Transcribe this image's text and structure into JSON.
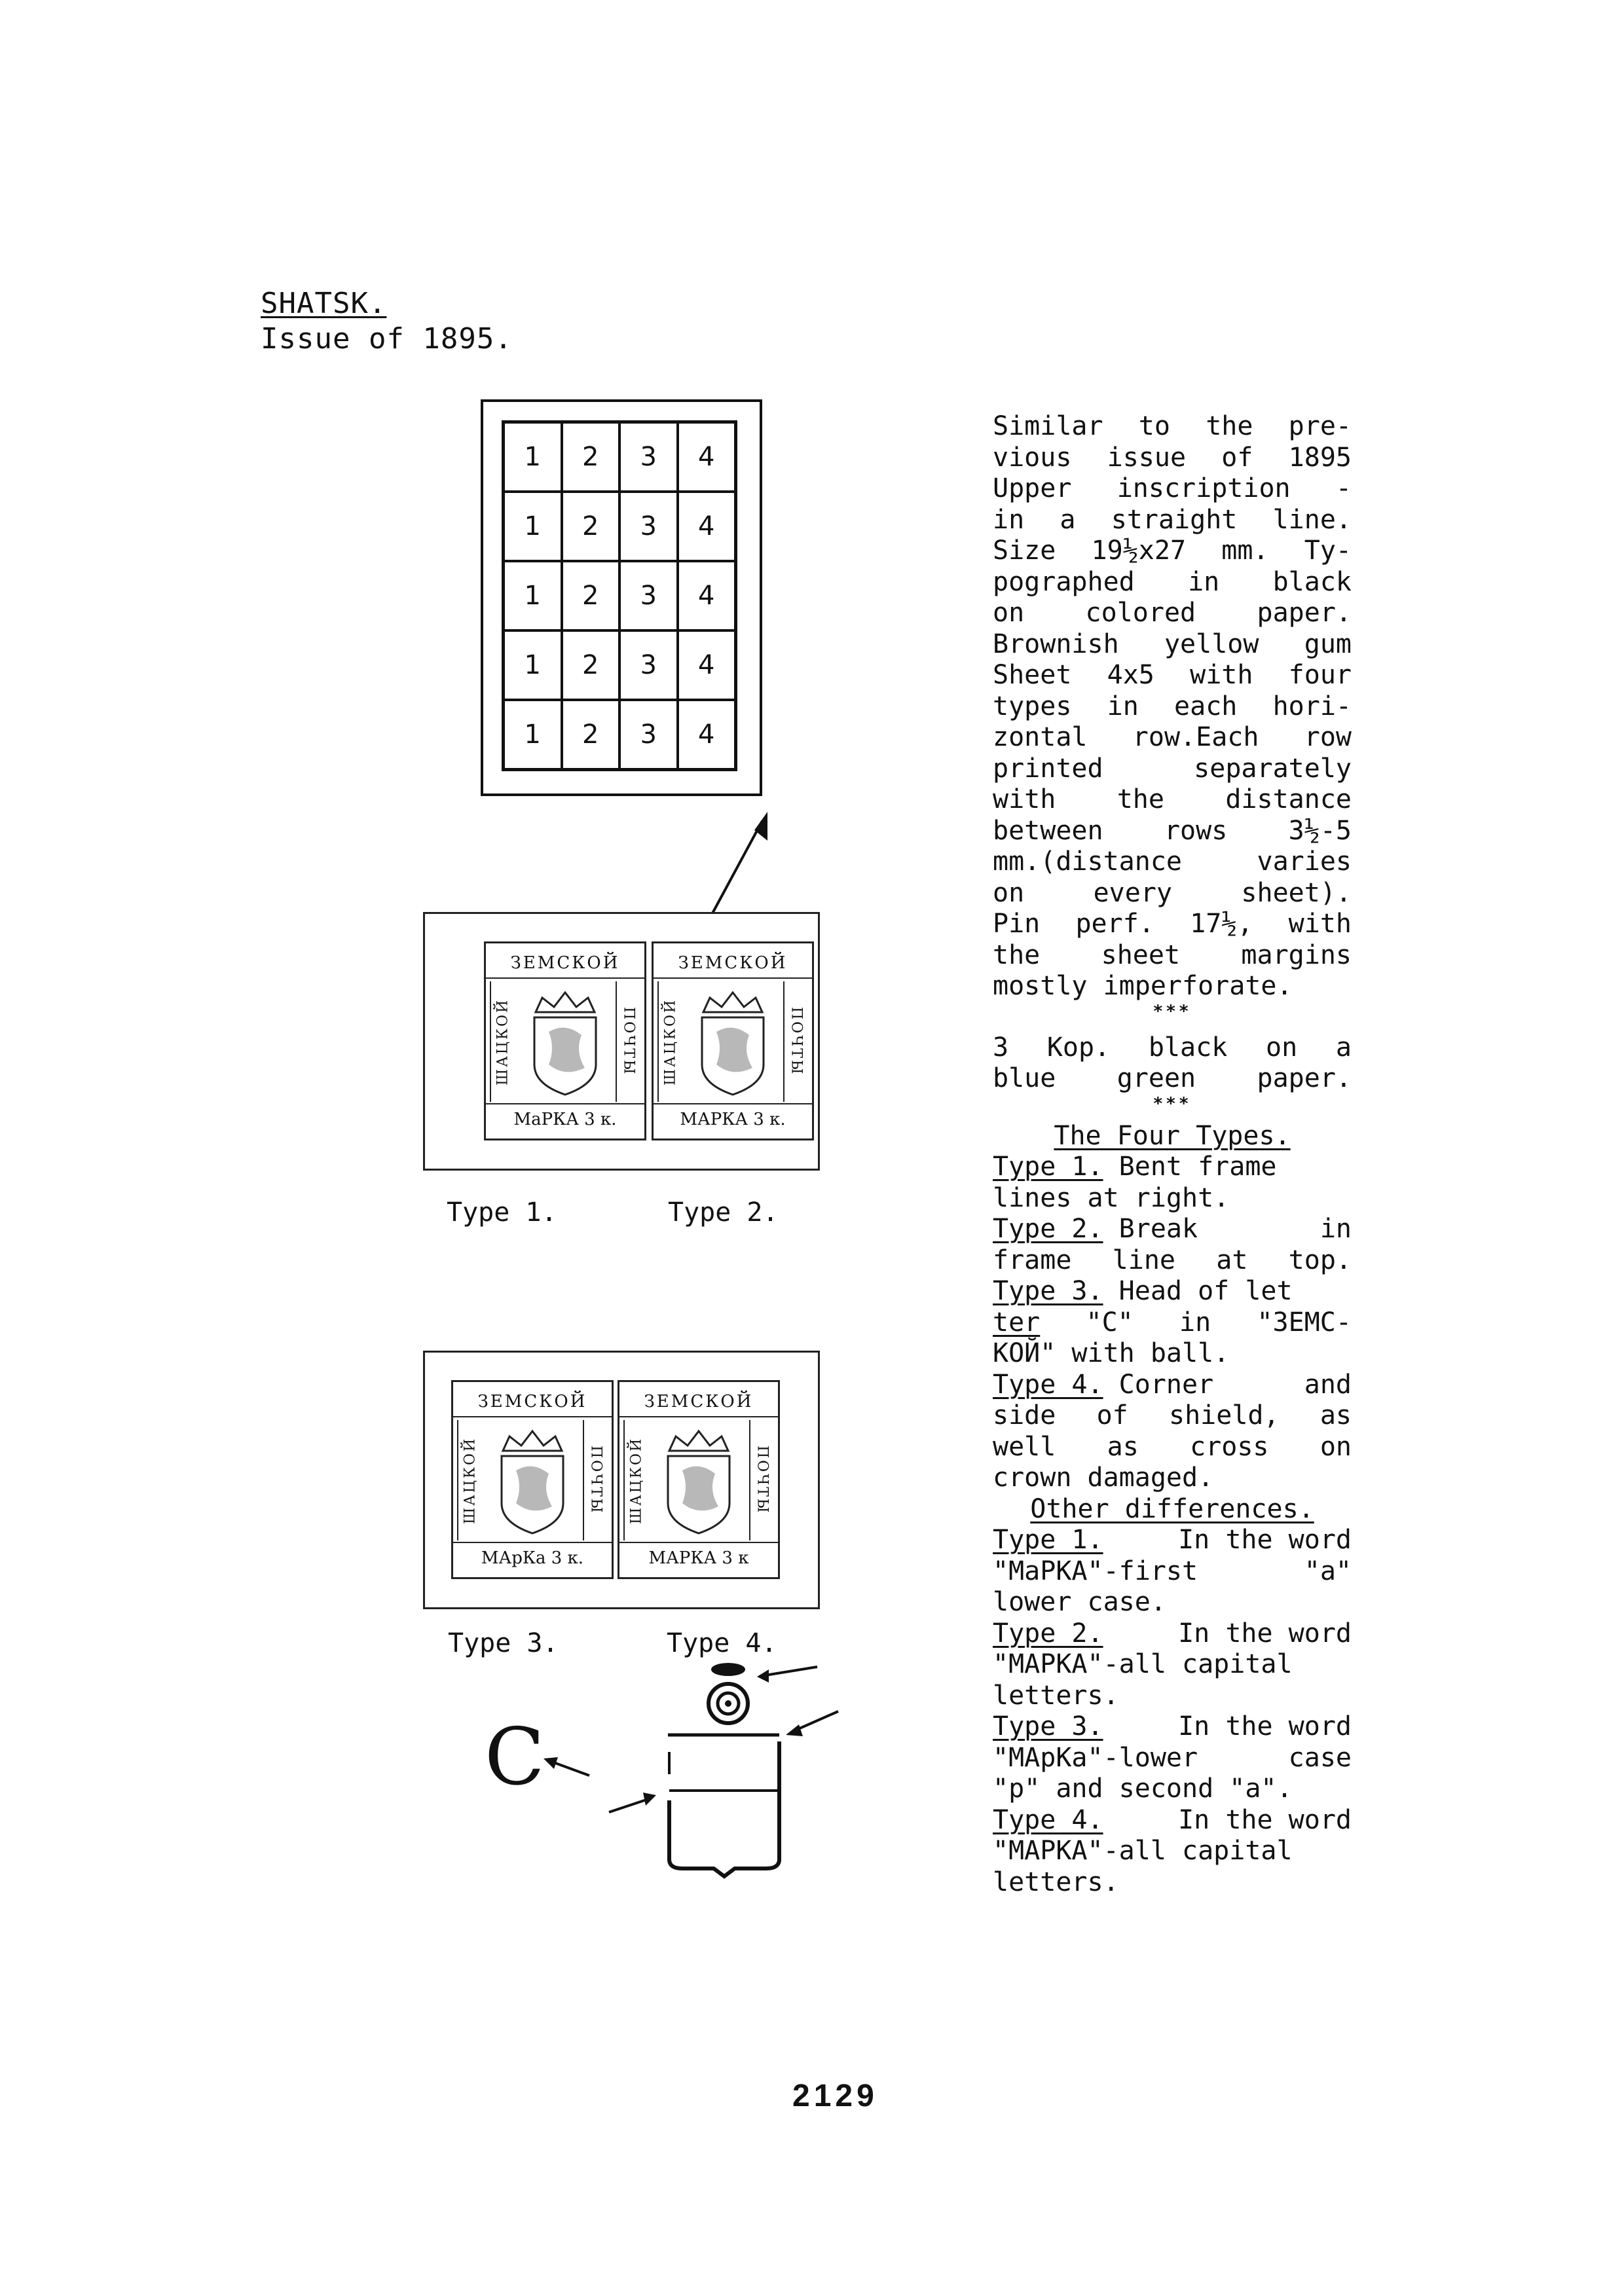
{
  "header": {
    "title": "SHATSK.",
    "issue": "Issue of 1895."
  },
  "sheet_diagram": {
    "rows": [
      [
        "1",
        "2",
        "3",
        "4"
      ],
      [
        "1",
        "2",
        "3",
        "4"
      ],
      [
        "1",
        "2",
        "3",
        "4"
      ],
      [
        "1",
        "2",
        "3",
        "4"
      ],
      [
        "1",
        "2",
        "3",
        "4"
      ]
    ]
  },
  "stamp": {
    "top_inscription": "ЗЕМСКОЙ",
    "left_inscription": "ШАЦКОЙ",
    "right_inscription": "ПОЧТЫ",
    "bottom_a": "МаРКА 3 к.",
    "bottom_b": "МАРКА 3 к.",
    "bottom_c": "МАрКа 3 к.",
    "bottom_d": "МАРКА 3 к"
  },
  "labels": {
    "type1": "Type 1.",
    "type2": "Type 2.",
    "type3": "Type 3.",
    "type4": "Type 4.",
    "letter_c": "C"
  },
  "description": {
    "p1": [
      [
        "Similar",
        "to",
        "the",
        "pre-"
      ],
      [
        "vious",
        "issue",
        "of",
        "1895"
      ],
      [
        "Upper",
        "inscription",
        "-"
      ],
      [
        "in",
        "a",
        "straight",
        "line."
      ],
      [
        "Size",
        "19½x27",
        "mm.",
        "Ty-"
      ],
      [
        "pographed",
        "in",
        "black"
      ],
      [
        "on",
        "colored",
        "paper."
      ],
      [
        "Brownish",
        "yellow",
        "gum"
      ],
      [
        "Sheet",
        "4x5",
        "with",
        "four"
      ],
      [
        "types",
        "in",
        "each",
        "hori-"
      ],
      [
        "zontal",
        "row.Each",
        "row"
      ],
      [
        "printed",
        "separately"
      ],
      [
        "with",
        "the",
        "distance"
      ],
      [
        "between",
        "rows",
        "3½-5"
      ],
      [
        "mm.(distance",
        "varies"
      ],
      [
        "on",
        "every",
        "sheet)."
      ],
      [
        "Pin",
        "perf.",
        "17½,",
        "with"
      ],
      [
        "the",
        "sheet",
        "margins"
      ]
    ],
    "p1_last": "mostly imperforate.",
    "stars": "***",
    "p2": [
      [
        "3",
        "Kop.",
        "black",
        "on",
        "a"
      ],
      [
        "blue",
        "green",
        "paper."
      ]
    ],
    "four_types_heading": "The Four Types.",
    "t1_label": "Type 1.",
    "t1_text": "Bent frame",
    "t1_line2": "lines at right.",
    "t2_label": "Type 2.",
    "t2_text_a": "Break",
    "t2_text_b": "in",
    "t2_line2": [
      "frame",
      "line",
      "at",
      "top."
    ],
    "t3_label": "Type 3.",
    "t3_text": "Head of let",
    "t3_line2_u": "ter",
    "t3_line2": [
      "\"C\"",
      "in",
      "\"ЗЕМС-"
    ],
    "t3_line3": "КОЙ\" with ball.",
    "t4_label": "Type 4.",
    "t4_text_a": "Corner",
    "t4_text_b": "and",
    "t4_line2": [
      "side",
      "of",
      "shield,",
      "as"
    ],
    "t4_line3": [
      "well",
      "as",
      "cross",
      "on"
    ],
    "t4_line4": "crown damaged.",
    "other_heading": "Other differences.",
    "o1_label": "Type 1.",
    "o1_text": "In the word",
    "o1_line2": [
      "\"МаРКА\"-first",
      "\"a\""
    ],
    "o1_line3": "lower case.",
    "o2_label": "Type 2.",
    "o2_text": "In the word",
    "o2_line2": "\"МАРКА\"-all capital",
    "o2_line3": "letters.",
    "o3_label": "Type 3.",
    "o3_text": "In the word",
    "o3_line2": [
      "\"МАрКа\"-lower",
      "case"
    ],
    "o3_line3": "\"p\" and second \"a\".",
    "o4_label": "Type 4.",
    "o4_text": "In the word",
    "o4_line2": "\"МАРКА\"-all capital",
    "o4_line3": "letters."
  },
  "page_number": "2129"
}
